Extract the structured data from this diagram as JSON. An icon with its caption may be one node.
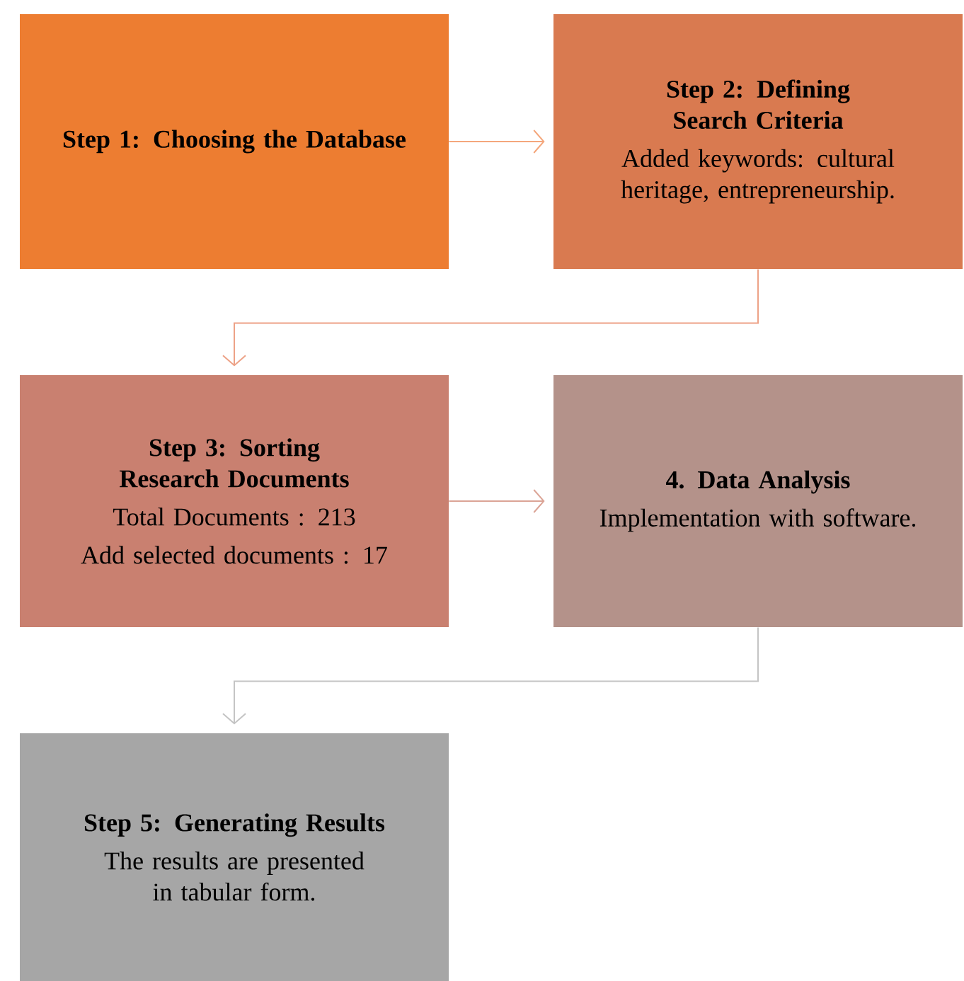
{
  "diagram": {
    "nodes": [
      {
        "text": [
          "Step 1: Choosing the Database"
        ]
      },
      {
        "text": [
          "Step 2: Defining Search Criteria",
          "Added keywords: cultural heritage, entrepreneurship."
        ]
      },
      {
        "text": [
          "Step 3: Sorting Research Documents",
          "Total Documents : 213",
          "Add selected documents : 17"
        ]
      },
      {
        "text": [
          "4. Data Analysis",
          "Implementation with software."
        ]
      },
      {
        "text": [
          "Step 5: Generating Results",
          "The results are presented in tabular form."
        ]
      }
    ],
    "edges": [
      {
        "from": 0,
        "to": 1,
        "arrow": "to",
        "color": "#f4a77c"
      },
      {
        "from": 1,
        "to": 2,
        "arrow": "to",
        "color": "#eda287"
      },
      {
        "from": 2,
        "to": 3,
        "arrow": "to",
        "color": "#dba496"
      },
      {
        "from": 3,
        "to": 4,
        "arrow": "to",
        "color": "#c4c4c4"
      }
    ]
  }
}
